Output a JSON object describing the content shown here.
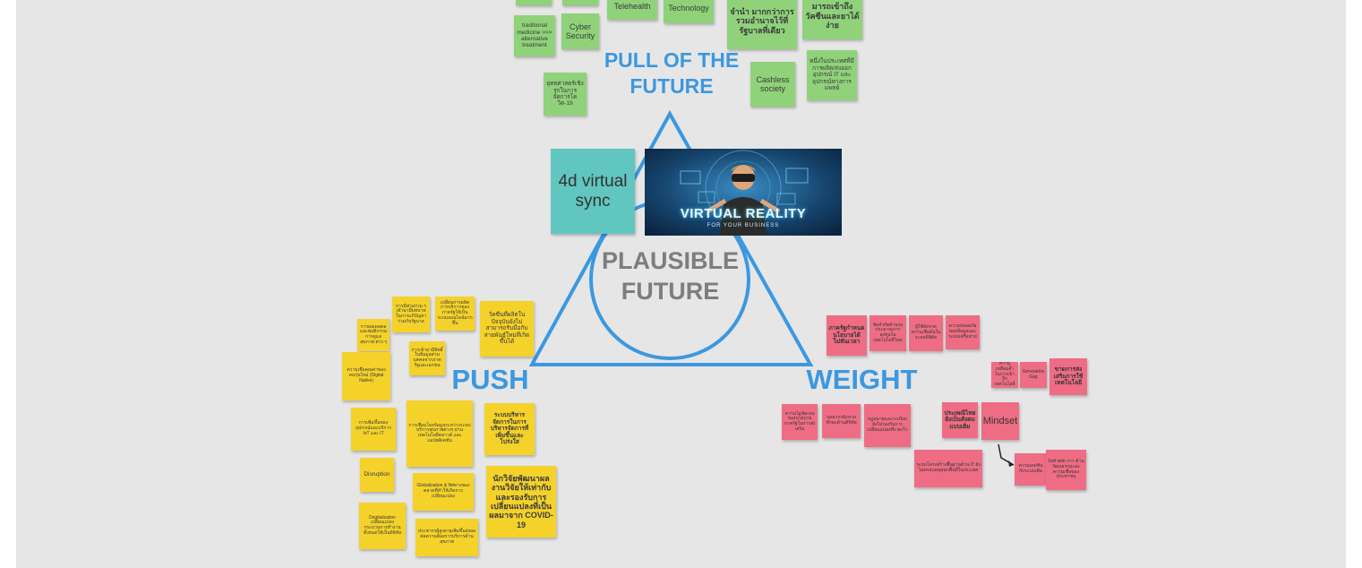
{
  "labels": {
    "pull": "PULL OF THE FUTURE",
    "plausible": "PLAUSIBLE FUTURE",
    "push": "PUSH",
    "weight": "WEIGHT"
  },
  "virtual_sync": "4d virtual sync",
  "image": {
    "title": "VIRTUAL REALITY",
    "subtitle": "FOR YOUR BUSINESS"
  },
  "pull_notes": [
    "Telehealth",
    "Technology",
    "traditional medicine >>> alternative treatment",
    "Cyber Security",
    "จำนำ มากกว่าการรวมอำนาจไว้ที่รัฐบาลที่เดียว",
    "มารถเข้าถึงวัคซีนและยาได้ง่าย",
    "Cashless society",
    "หนึ่งในประเทศที่มีการผลิต/ส่งออก อุปกรณ์ IT และอุปกรณ์ทางการแพทย์",
    "ยุทธศาสตร์เชิงรุกในการจัดการโควิด-19"
  ],
  "push_notes": [
    "การมีส่วนร่วม ๆ เข้ามามีบทบาทในการแก้ปัญหา ร่วมกับรัฐบาล",
    "เปลี่ยนการผลิต การบริการของภาครัฐให้เป็นระบบออนไลน์มากขึ้น",
    "วัคซีนที่ผลิตในปัจจุบันยังไม่สามารถรับมือกับสายพันธุ์ใหม่ที่เกิดขึ้นได้",
    "การผลเผลคลและพฤติกรรมการดูแลสุขภาพ ต่าง ๆ",
    "การเข้ามามีสิทธิ์ในข้อมูลส่วนบุคคลจากภาครัฐและเอกชน",
    "ความเชื่อคุณค่าของคนรุ่นใหม่ (Digital Native)",
    "การเชื่อมโยงข้อมูลระหว่างระบบบริการสุขภาพต่างๆ ผ่านเทคโนโลยีคลาวด์ และแอปพลิเคชัน",
    "ระบบบริหารจัดการในการบริหารจัดการที่เพิ่มขึ้นและโปร่งใส",
    "การเพิ่มขึ้นของอุปกรณ์และบริการ IoT และ IT",
    "Disruption",
    "Globalization & ทิศทางของตลาดที่ทำให้เกิดการเปลี่ยนแปลง",
    "นักวิจัยพัฒนาผลงานวิจัยให้เท่ากับและรองรับการเปลี่ยนแปลงที่เป็นผลมาจาก COVID-19",
    "Degitalization เปลี่ยนแปลงกระบวนการทำงานทั้งหมดให้เป็นดิจิทัล",
    "ประชากรผู้สูงอายุเพิ่มขึ้นส่งผลต่อความต้องการบริการด้านสุขภาพ"
  ],
  "weight_notes": [
    "ภาครัฐกำหนดนโยบายได้ไม่ทันเวลา",
    "ข้อจำกัดด้านงบประมาณการลงทุนในเทคโนโลยีใหม่",
    "ผู้ใช้ยังขาดความเชื่อมั่นในระบบดิจิทัล",
    "ความปลอดภัยของข้อมูลและระบบเครือข่าย",
    "ความเหลื่อมล้ำในการเข้าถึงเทคโนโลยี",
    "Generation Gap",
    "ขาดการส่งเสริมการใช้เทคโนโลยี",
    "ความไม่ชัดเจนของนโยบายภาครัฐในการส่งเสริม",
    "บุคลากรยังขาดทักษะด้านดิจิทัล",
    "กฎหมายและระเบียบยังไม่รองรับการเปลี่ยนแปลงที่รวดเร็ว",
    "ประเพณีไทยยังเป็นสังคมแบบเดิม",
    "Mindset",
    "ระบบโครงสร้างพื้นฐานด้าน IT ยังไม่ครอบคลุมทุกพื้นที่ในประเทศ",
    "ความเคยชินกับระบบเดิม",
    "Soft side >>> ด้านวัฒนธรรมและความเชื่อของประชาชน"
  ]
}
